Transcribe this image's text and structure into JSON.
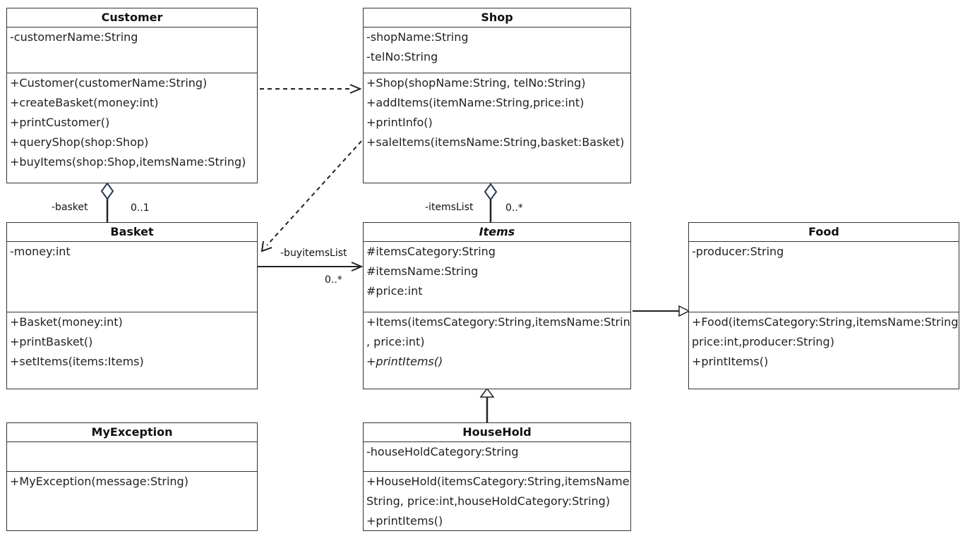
{
  "classes": {
    "customer": {
      "name": "Customer",
      "attributes": [
        "-customerName:String"
      ],
      "operations": [
        "+Customer(customerName:String)",
        "+createBasket(money:int)",
        "+printCustomer()",
        "+queryShop(shop:Shop)",
        "+buyItems(shop:Shop,itemsName:String)"
      ]
    },
    "shop": {
      "name": "Shop",
      "attributes": [
        "-shopName:String",
        "-telNo:String"
      ],
      "operations": [
        "+Shop(shopName:String, telNo:String)",
        "+addItems(itemName:String,price:int)",
        "+printInfo()",
        "+saleItems(itemsName:String,basket:Basket)"
      ]
    },
    "basket": {
      "name": "Basket",
      "attributes": [
        "-money:int"
      ],
      "operations": [
        "+Basket(money:int)",
        "+printBasket()",
        "+setItems(items:Items)"
      ]
    },
    "items": {
      "name": "Items",
      "abstract": true,
      "attributes": [
        "#itemsCategory:String",
        "#itemsName:String",
        "#price:int"
      ],
      "operations": [
        "+Items(itemsCategory:String,itemsName:String",
        ", price:int)",
        "+printItems()"
      ]
    },
    "food": {
      "name": "Food",
      "attributes": [
        "-producer:String"
      ],
      "operations": [
        "+Food(itemsCategory:String,itemsName:String,",
        "price:int,producer:String)",
        "+printItems()"
      ]
    },
    "myexception": {
      "name": "MyException",
      "attributes": [],
      "operations": [
        "+MyException(message:String)"
      ]
    },
    "household": {
      "name": "HouseHold",
      "attributes": [
        "-houseHoldCategory:String"
      ],
      "operations": [
        "+HouseHold(itemsCategory:String,itemsName:",
        "String, price:int,houseHoldCategory:String)",
        "+printItems()"
      ]
    }
  },
  "labels": {
    "basket_role": "-basket",
    "basket_mult": "0..1",
    "itemslist_role": "-itemsList",
    "itemslist_mult": "0..*",
    "buyitems_role": "-buyitemsList",
    "buyitems_mult": "0..*"
  }
}
